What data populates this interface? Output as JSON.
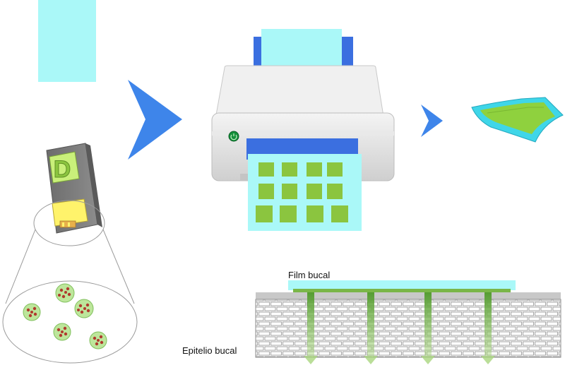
{
  "cartridge": {
    "letter": "D"
  },
  "labels": {
    "film_bucal": "Film bucal",
    "epitelio_bucal": "Epitelio bucal"
  },
  "colors": {
    "substrate_sheet": "#aaf8f8",
    "arrow_blue": "#3e85ea",
    "drug_green": "#8bc53f",
    "printer_body": "#e4e4e4",
    "printer_slot_blue": "#3b6fe0",
    "power_button": "#14903a",
    "epithelium_grey": "#c8c8c8",
    "diffusion_green": "#7ab648"
  },
  "icons": {
    "arrow_1": "chevron-right-arrow",
    "arrow_2": "chevron-right-arrow",
    "power": "power-button-icon"
  }
}
